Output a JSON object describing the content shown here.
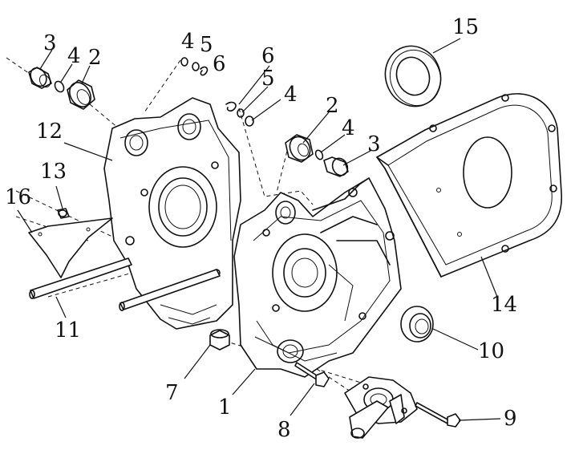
{
  "callouts": {
    "c1": "1",
    "c2a": "2",
    "c2b": "2",
    "c3a": "3",
    "c3b": "3",
    "c4a": "4",
    "c4b": "4",
    "c4c": "4",
    "c4d": "4",
    "c5a": "5",
    "c5b": "5",
    "c6a": "6",
    "c6b": "6",
    "c7": "7",
    "c8": "8",
    "c9": "9",
    "c10": "10",
    "c11": "11",
    "c12": "12",
    "c13": "13",
    "c14": "14",
    "c15": "15",
    "c16": "16"
  }
}
